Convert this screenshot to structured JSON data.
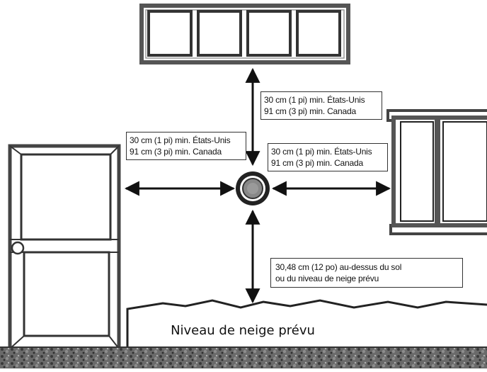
{
  "labels": {
    "top": {
      "line1": "30 cm (1 pi) min. États-Unis",
      "line2": "91 cm (3 pi) min. Canada"
    },
    "left": {
      "line1": "30 cm (1 pi) min. États-Unis",
      "line2": "91 cm (3 pi) min. Canada"
    },
    "right": {
      "line1": "30 cm (1 pi) min. États-Unis",
      "line2": "91 cm (3 pi) min. Canada"
    },
    "bottom": {
      "line1": "30,48 cm (12 po) au-dessus du sol",
      "line2": "ou du niveau de neige prévu"
    },
    "snow": "Niveau de neige prévu"
  },
  "colors": {
    "line": "#111111",
    "frame": "#555555",
    "vent_outer": "#222222",
    "vent_inner": "#8a8a8a",
    "ground": "#4a4a4a"
  }
}
